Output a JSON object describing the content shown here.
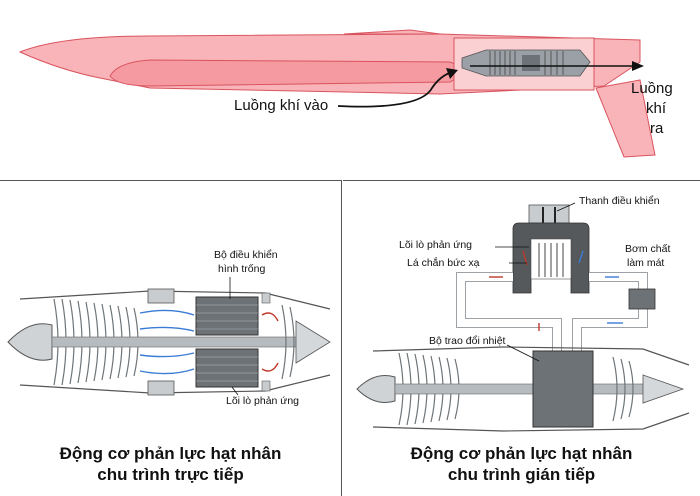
{
  "top": {
    "inlet_label": "Luồng khí vào",
    "outlet_line1": "Luồng",
    "outlet_line2": "khí",
    "outlet_line3": "ra"
  },
  "direct": {
    "control_label_1": "Bộ điều khiển",
    "control_label_2": "hình trống",
    "core_label": "Lõi lò phản ứng",
    "caption_1": "Động cơ phản lực hạt nhân",
    "caption_2": "chu trình trực tiếp"
  },
  "indirect": {
    "rod_label": "Thanh điều khiển",
    "core_label": "Lõi lò phản ứng",
    "shield_label": "Lá chắn bức xạ",
    "pump_label_1": "Bơm chất",
    "pump_label_2": "làm mát",
    "exchanger_label": "Bộ trao đổi nhiệt",
    "caption_1": "Động cơ phản lực hạt nhân",
    "caption_2": "chu trình gián tiếp"
  },
  "colors": {
    "fuselage_fill": "#f8b4b8",
    "fuselage_stroke": "#d9545e",
    "hot_flow": "#c0392b",
    "cool_flow": "#3a7bd5"
  }
}
